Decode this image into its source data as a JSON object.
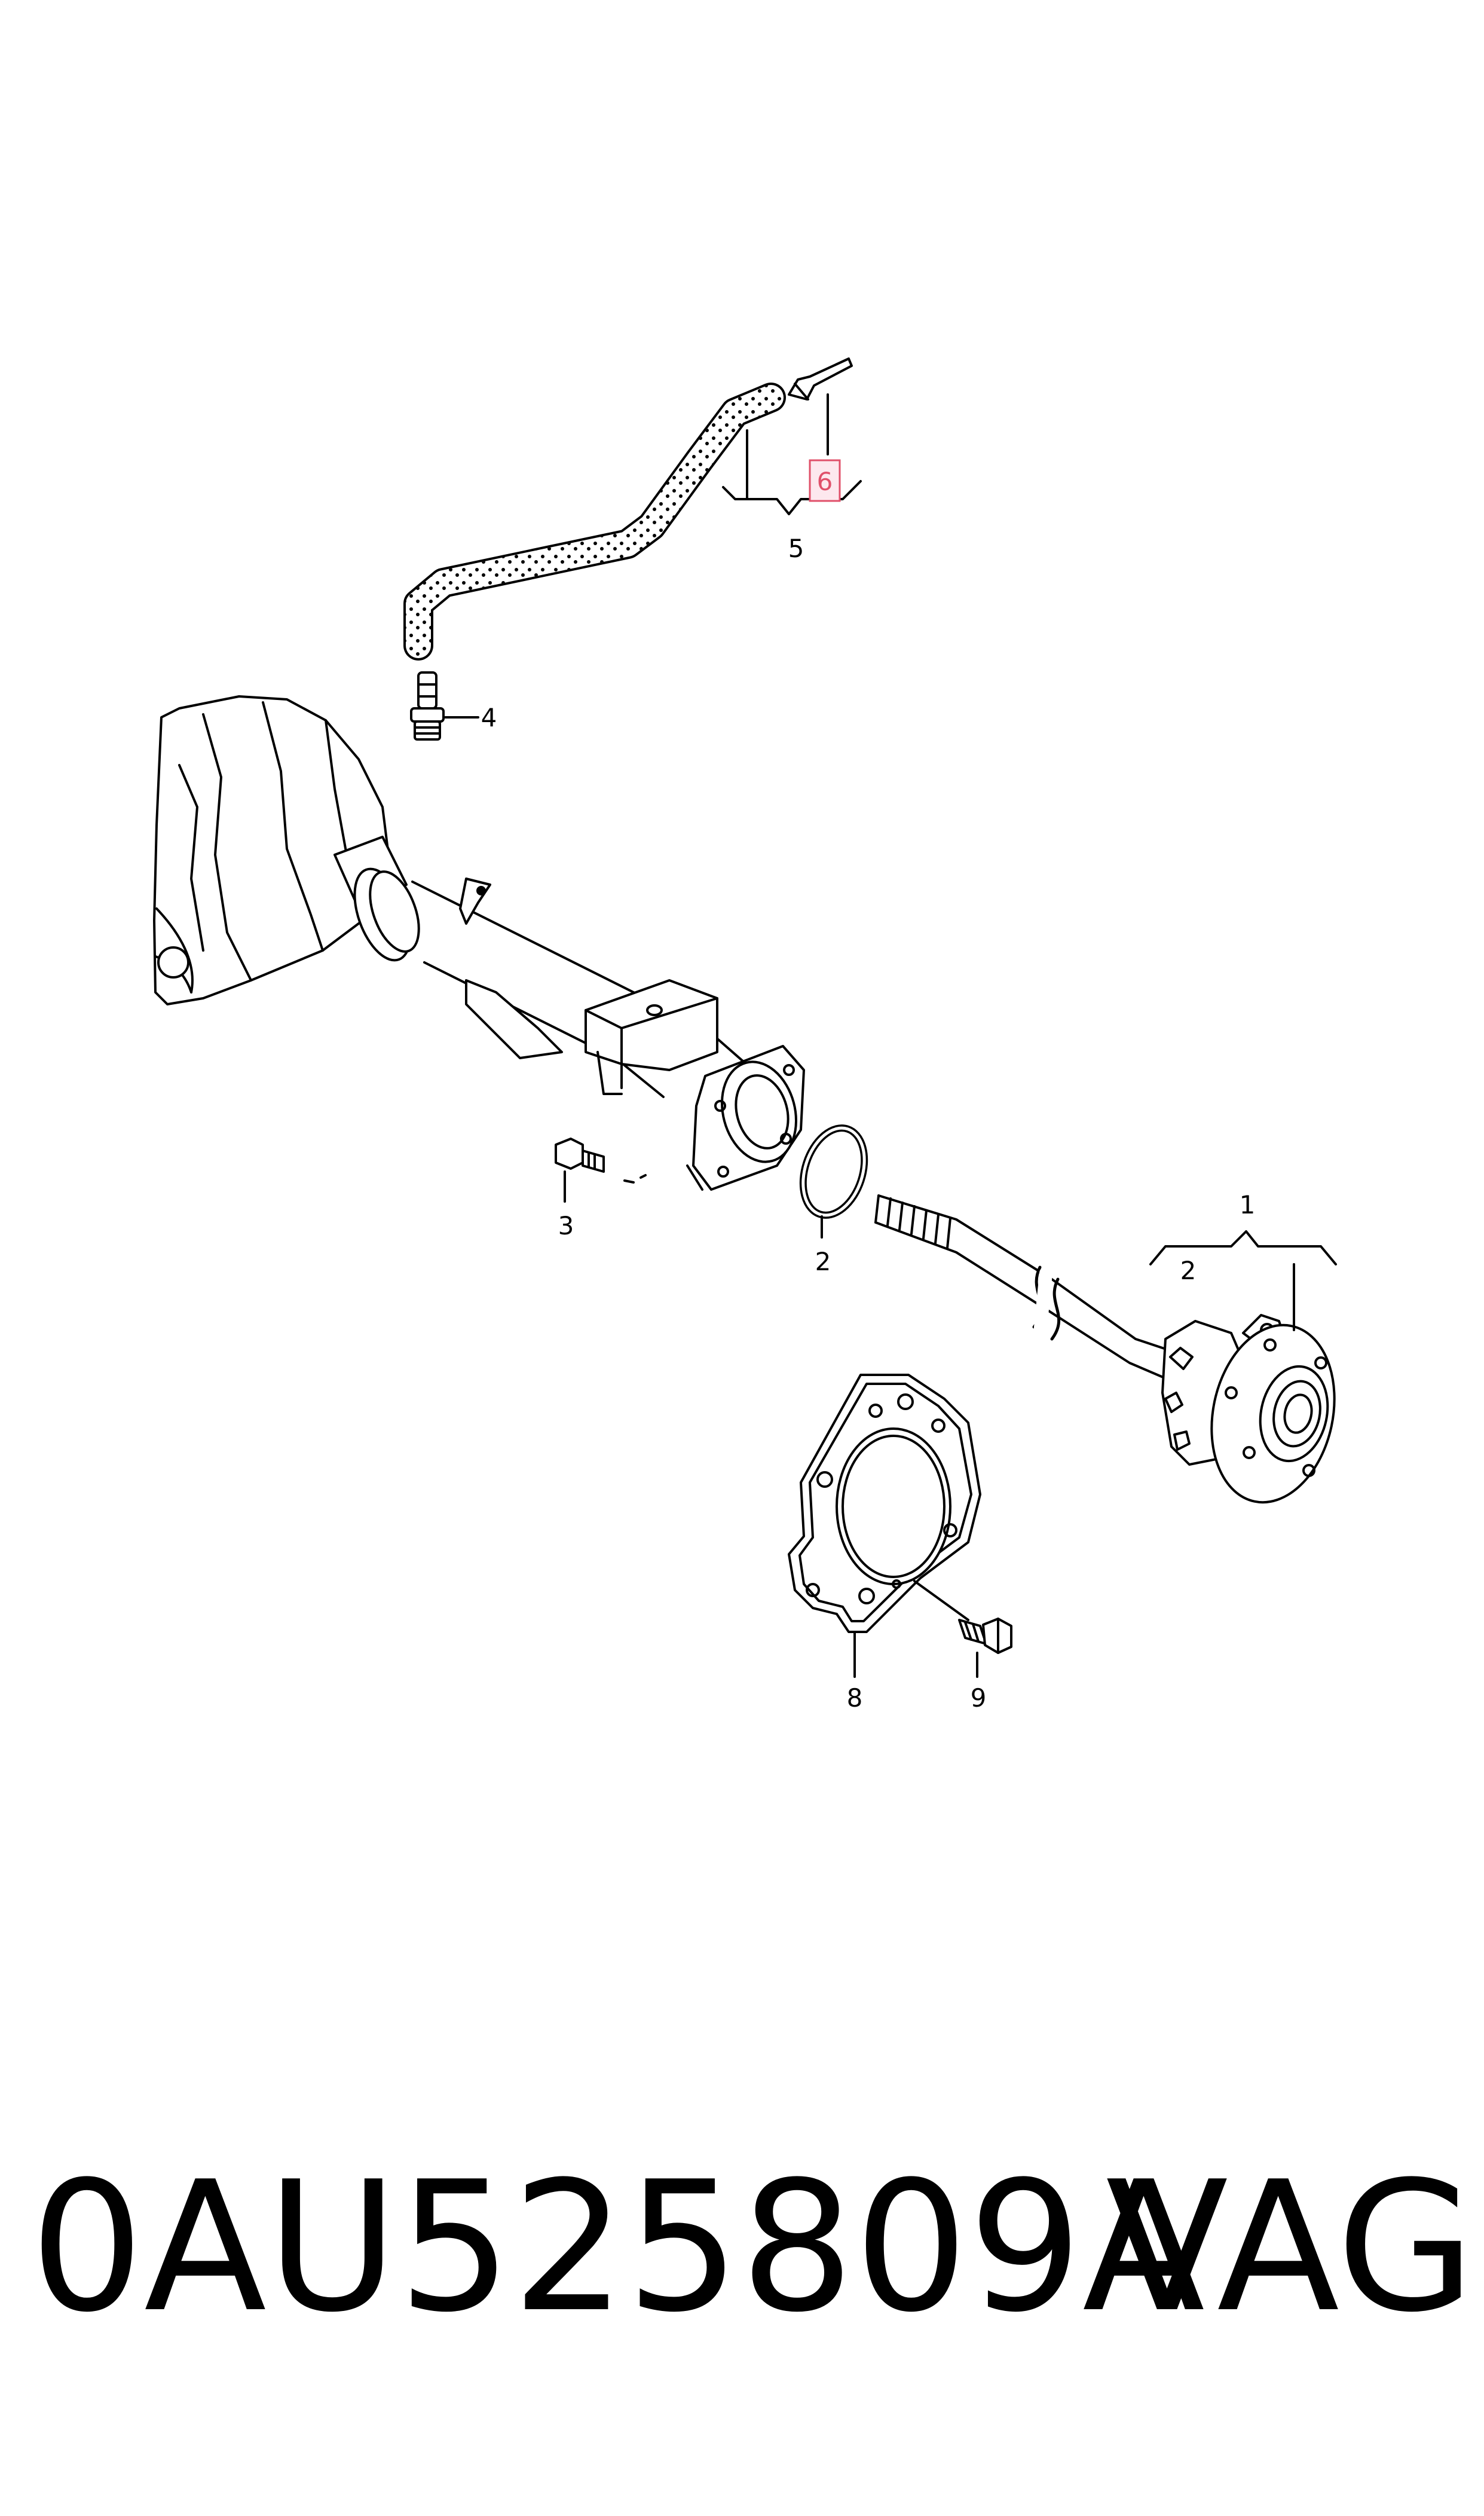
{
  "diagram": {
    "callouts": {
      "c1": "1",
      "c2_shaft": "2",
      "c2_gasket": "2",
      "c3": "3",
      "c4": "4",
      "c5": "5",
      "c6": "6",
      "c8": "8",
      "c9": "9"
    },
    "highlight_color": "#e0506a"
  },
  "footer": {
    "part_number": "0AU525809A",
    "brand": "VAG"
  }
}
